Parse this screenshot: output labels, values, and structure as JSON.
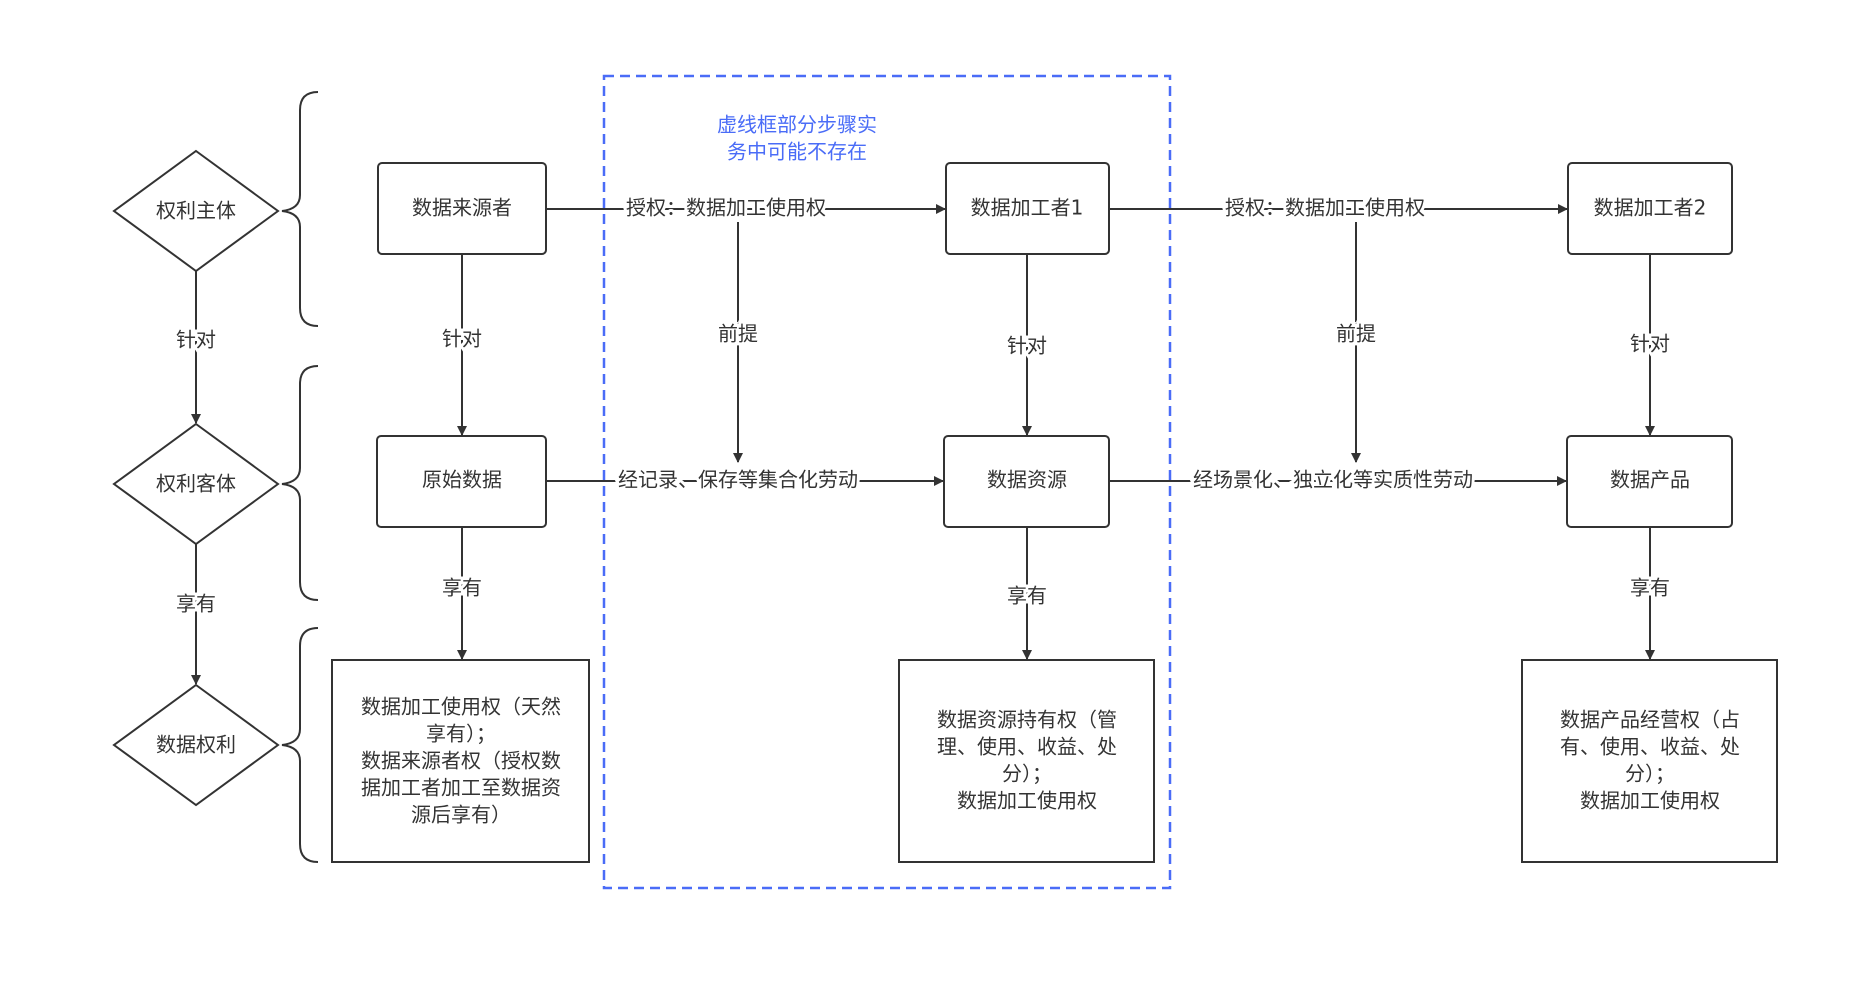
{
  "colors": {
    "line": "#333333",
    "dashed_frame": "#4a6cf7",
    "note_text": "#4a6cf7"
  },
  "categories": {
    "subject": "权利主体",
    "object": "权利客体",
    "rights": "数据权利",
    "edge_target": "针对",
    "edge_own": "享有"
  },
  "note": [
    "虚线框部分步骤实",
    "务中可能不存在"
  ],
  "subjects": [
    "数据来源者",
    "数据加工者1",
    "数据加工者2"
  ],
  "objects": [
    "原始数据",
    "数据资源",
    "数据产品"
  ],
  "rights": [
    [
      "数据加工使用权（天然",
      "享有）；",
      "数据来源者权（授权数",
      "据加工者加工至数据资",
      "源后享有）"
    ],
    [
      "数据资源持有权（管",
      "理、使用、收益、处",
      "分）；",
      "数据加工使用权"
    ],
    [
      "数据产品经营权（占",
      "有、使用、收益、处",
      "分）；",
      "数据加工使用权"
    ]
  ],
  "edges": {
    "authorize_1": "授权：数据加工使用权",
    "authorize_2": "授权：数据加工使用权",
    "process_1": "经记录、保存等集合化劳动",
    "process_2": "经场景化、独立化等实质性劳动",
    "premise_1": "前提",
    "premise_2": "前提",
    "target_1": "针对",
    "target_2": "针对",
    "target_3": "针对",
    "own_1": "享有",
    "own_2": "享有",
    "own_3": "享有"
  }
}
